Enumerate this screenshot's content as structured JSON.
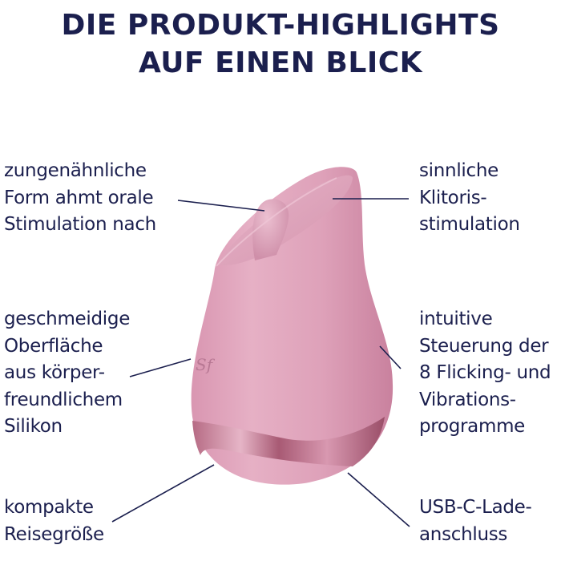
{
  "header": {
    "title_line1": "DIE PRODUKT-HIGHLIGHTS",
    "title_line2": "AUF EINEN BLICK"
  },
  "colors": {
    "text": "#1b1f4e",
    "product_pink": "#d89ab3",
    "product_pink_light": "#e8b7cb",
    "product_metal": "#b4687f",
    "background": "#ffffff"
  },
  "product": {
    "logo_glyph": "Sf",
    "image_icon": "product-illustration"
  },
  "features": {
    "left": [
      {
        "lines": [
          "zungenähnliche",
          "Form ahmt orale",
          "Stimulation nach"
        ]
      },
      {
        "lines": [
          "geschmeidige",
          "Oberfläche",
          "aus körper-",
          "freundlichem",
          "Silikon"
        ]
      },
      {
        "lines": [
          "kompakte",
          "Reisegröße"
        ]
      }
    ],
    "right": [
      {
        "lines": [
          "sinnliche",
          "Klitoris-",
          "stimulation"
        ]
      },
      {
        "lines": [
          "intuitive",
          "Steuerung der",
          "8 Flicking- und",
          "Vibrations-",
          "programme"
        ]
      },
      {
        "lines": [
          "USB-C-Lade-",
          "anschluss"
        ]
      }
    ]
  }
}
